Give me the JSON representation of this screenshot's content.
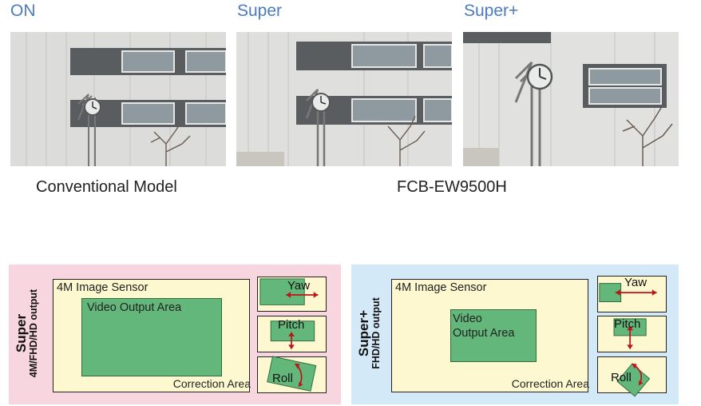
{
  "modes": [
    "ON",
    "Super",
    "Super+"
  ],
  "captions": {
    "conventional": "Conventional Model",
    "new_model": "FCB-EW9500H"
  },
  "super_panel": {
    "title": "Super",
    "subtitle": "4M/FHD/HD output",
    "sensor_label": "4M Image Sensor",
    "video_label": "Video Output Area",
    "correction_label": "Correction Area",
    "yaw": "Yaw",
    "pitch": "Pitch",
    "roll": "Roll"
  },
  "super_plus_panel": {
    "title": "Super+",
    "subtitle": "FHD/HD output",
    "sensor_label": "4M Image Sensor",
    "video_label_line1": "Video",
    "video_label_line2": "Output Area",
    "correction_label": "Correction Area",
    "yaw": "Yaw",
    "pitch": "Pitch",
    "roll": "Roll"
  },
  "colors": {
    "mode_label": "#4a7bbf",
    "pink_panel": "#f7d6e0",
    "blue_panel": "#d4e9f7",
    "sensor_fill": "#fdf8d0",
    "video_area": "#63b77a",
    "arrow": "#c0141b"
  }
}
